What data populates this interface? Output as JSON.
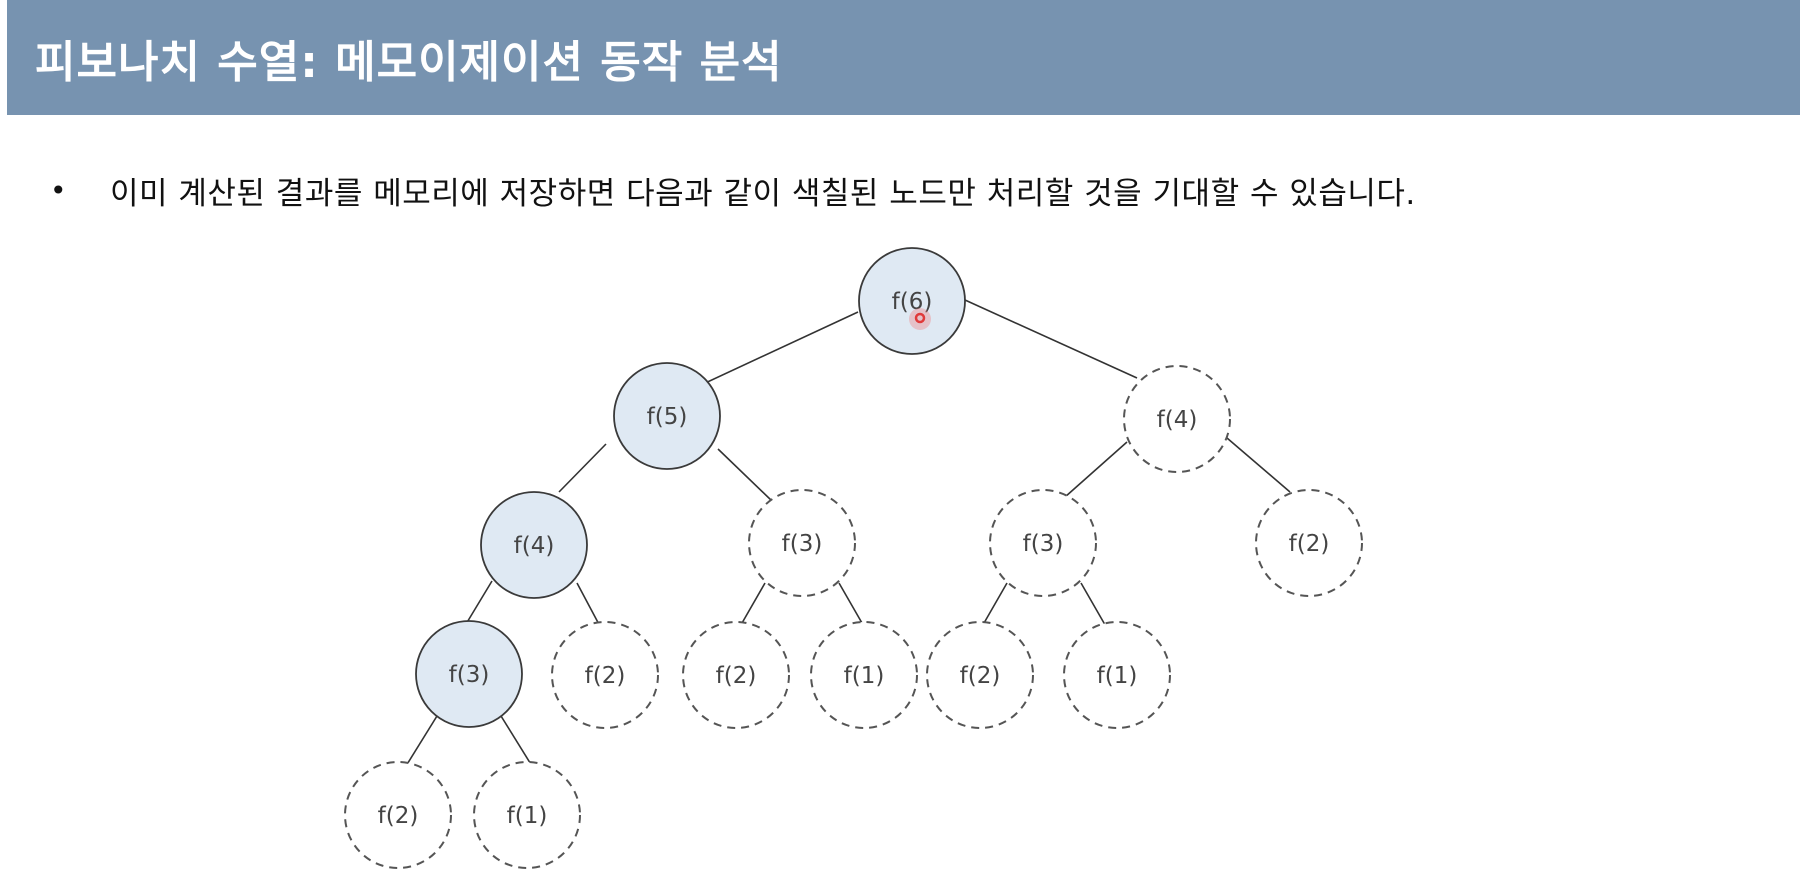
{
  "header": {
    "title": "피보나치 수열: 메모이제이션 동작 분석"
  },
  "bullet": {
    "text": "이미 계산된 결과를 메모리에 저장하면 다음과 같이 색칠된 노드만 처리할 것을 기대할 수 있습니다."
  },
  "tree": {
    "nodes": [
      {
        "id": "n6",
        "label": "f(6)",
        "memo_computed": true
      },
      {
        "id": "n5",
        "label": "f(5)",
        "memo_computed": true
      },
      {
        "id": "n4r",
        "label": "f(4)",
        "memo_computed": false
      },
      {
        "id": "n4",
        "label": "f(4)",
        "memo_computed": true
      },
      {
        "id": "n3a",
        "label": "f(3)",
        "memo_computed": false
      },
      {
        "id": "n3b",
        "label": "f(3)",
        "memo_computed": false
      },
      {
        "id": "n2a",
        "label": "f(2)",
        "memo_computed": false
      },
      {
        "id": "n3",
        "label": "f(3)",
        "memo_computed": true
      },
      {
        "id": "n2b",
        "label": "f(2)",
        "memo_computed": false
      },
      {
        "id": "n2c",
        "label": "f(2)",
        "memo_computed": false
      },
      {
        "id": "n1a",
        "label": "f(1)",
        "memo_computed": false
      },
      {
        "id": "n2d",
        "label": "f(2)",
        "memo_computed": false
      },
      {
        "id": "n1b",
        "label": "f(1)",
        "memo_computed": false
      },
      {
        "id": "n2e",
        "label": "f(2)",
        "memo_computed": false
      },
      {
        "id": "n1c",
        "label": "f(1)",
        "memo_computed": false
      }
    ]
  },
  "colors": {
    "header_bg": "#7793b0",
    "computed_node_fill": "#dfe9f3",
    "cursor": "#e03a3a"
  }
}
